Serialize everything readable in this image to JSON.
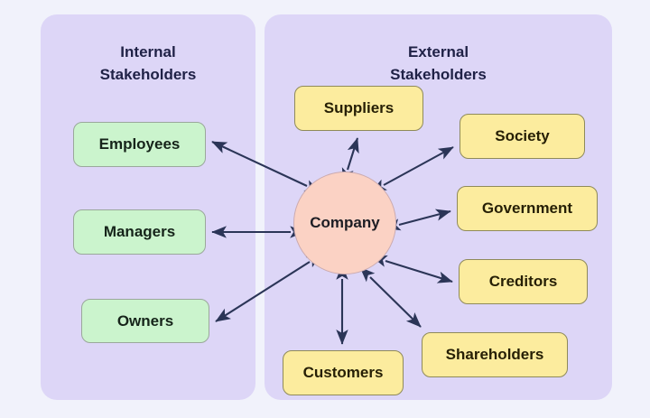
{
  "background_color": "#f1f2fb",
  "panels": [
    {
      "id": "internal",
      "title": "Internal\nStakeholders",
      "fill": "#ddd6f7"
    },
    {
      "id": "external",
      "title": "External\nStakeholders",
      "fill": "#ddd6f7"
    }
  ],
  "center": {
    "label": "Company",
    "fill": "#fbd2c4",
    "border": "#cbabb0"
  },
  "internal_nodes": [
    {
      "label": "Employees",
      "fill": "#cbf4cd",
      "border": "#9aa89b"
    },
    {
      "label": "Managers",
      "fill": "#cbf4cd",
      "border": "#9aa89b"
    },
    {
      "label": "Owners",
      "fill": "#cbf4cd",
      "border": "#9aa89b"
    }
  ],
  "external_nodes": [
    {
      "label": "Suppliers",
      "fill": "#fcec9e",
      "border": "#8f8a5a"
    },
    {
      "label": "Society",
      "fill": "#fcec9e",
      "border": "#8f8a5a"
    },
    {
      "label": "Government",
      "fill": "#fcec9e",
      "border": "#8f8a5a"
    },
    {
      "label": "Creditors",
      "fill": "#fcec9e",
      "border": "#8f8a5a"
    },
    {
      "label": "Shareholders",
      "fill": "#fcec9e",
      "border": "#8f8a5a"
    },
    {
      "label": "Customers",
      "fill": "#fcec9e",
      "border": "#8f8a5a"
    }
  ],
  "connections": [
    {
      "from": "Company",
      "to": "Employees",
      "style": "bidirectional"
    },
    {
      "from": "Company",
      "to": "Managers",
      "style": "bidirectional"
    },
    {
      "from": "Company",
      "to": "Owners",
      "style": "bidirectional"
    },
    {
      "from": "Company",
      "to": "Suppliers",
      "style": "bidirectional"
    },
    {
      "from": "Company",
      "to": "Society",
      "style": "bidirectional"
    },
    {
      "from": "Company",
      "to": "Government",
      "style": "bidirectional"
    },
    {
      "from": "Company",
      "to": "Creditors",
      "style": "bidirectional"
    },
    {
      "from": "Company",
      "to": "Shareholders",
      "style": "bidirectional"
    },
    {
      "from": "Company",
      "to": "Customers",
      "style": "bidirectional"
    }
  ],
  "arrow_color": "#2b3557"
}
